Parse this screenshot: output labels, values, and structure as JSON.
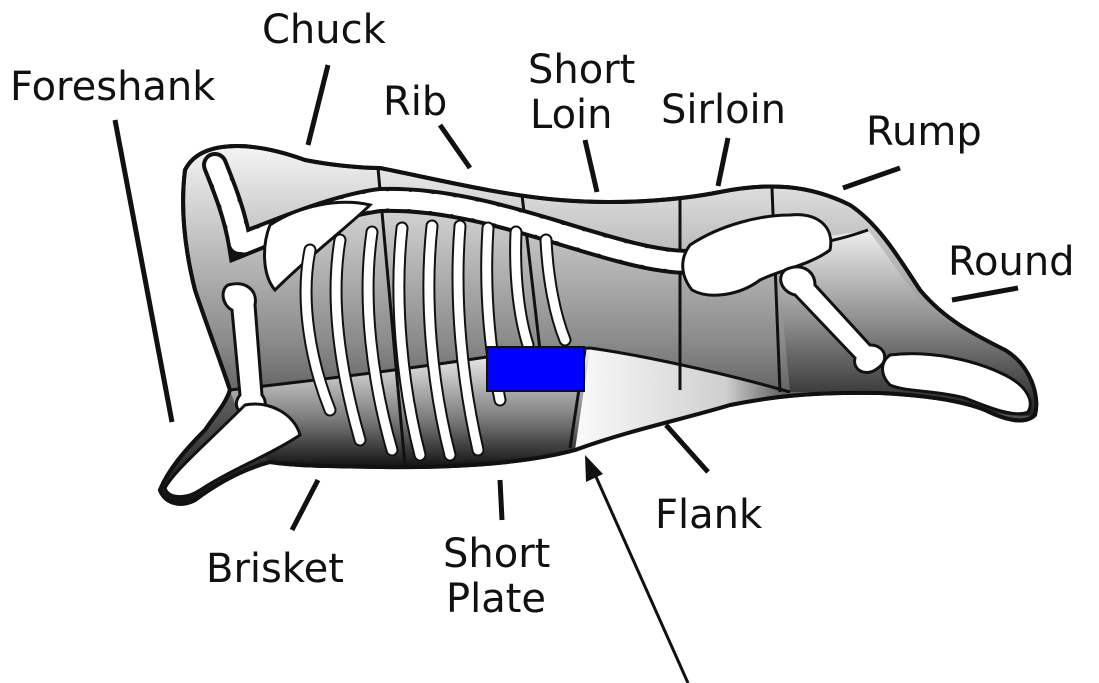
{
  "diagram": {
    "labels": {
      "foreshank": "Foreshank",
      "chuck": "Chuck",
      "rib": "Rib",
      "short_loin_1": "Short",
      "short_loin_2": "Loin",
      "sirloin": "Sirloin",
      "rump": "Rump",
      "round": "Round",
      "brisket": "Brisket",
      "short_plate_1": "Short",
      "short_plate_2": "Plate",
      "flank": "Flank"
    },
    "highlight": {
      "color": "#0000ff"
    },
    "colors": {
      "ink": "#111111",
      "shade_dark": "#1a1a1a",
      "shade_light": "#f2f2f2"
    }
  }
}
